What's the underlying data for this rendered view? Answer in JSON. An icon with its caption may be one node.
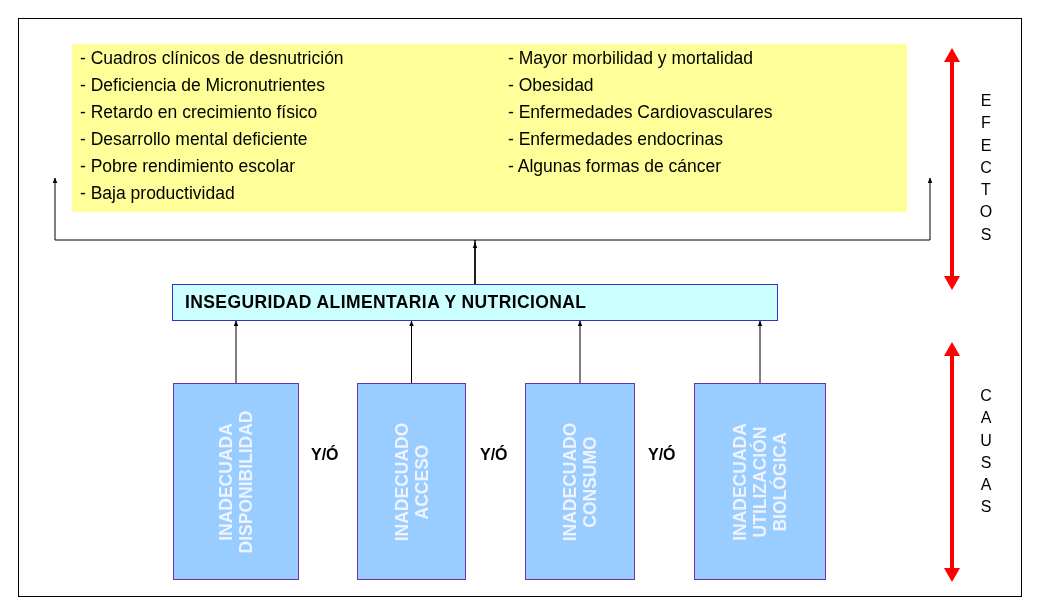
{
  "diagram": {
    "nodes": [
      {
        "text": [
          "- Cuadros clínicos de desnutrición",
          "- Deficiencia de Micronutrientes",
          "- Retardo en crecimiento físico",
          "- Desarrollo mental deficiente",
          "- Pobre rendimiento escolar",
          "- Baja productividad",
          "- Mayor morbilidad y mortalidad",
          "- Obesidad",
          "- Enfermedades Cardiovasculares",
          "- Enfermedades endocrinas",
          "- Algunas formas de cáncer"
        ]
      },
      {
        "text": [
          "INSEGURIDAD ALIMENTARIA Y NUTRICIONAL"
        ]
      },
      {
        "text": [
          "INADECUADA DISPONIBILIDAD"
        ]
      },
      {
        "text": [
          "INADECUADO ACCESO"
        ]
      },
      {
        "text": [
          "INADECUADO CONSUMO"
        ]
      },
      {
        "text": [
          "INADECUADA UTILIZACIÓN BIOLÓGICA"
        ]
      }
    ],
    "edges": [
      {
        "from": 2,
        "to": 1,
        "arrow": "to"
      },
      {
        "from": 3,
        "to": 1,
        "arrow": "to"
      },
      {
        "from": 4,
        "to": 1,
        "arrow": "to"
      },
      {
        "from": 5,
        "to": 1,
        "arrow": "to"
      },
      {
        "from": 1,
        "to": 0,
        "arrow": "to"
      },
      {
        "from": 1,
        "to": 0,
        "arrow": "to"
      },
      {
        "from": 1,
        "to": 0,
        "arrow": "to"
      }
    ],
    "labels": [
      "EFECTOS",
      "Y/Ó",
      "Y/Ó",
      "Y/Ó",
      "CAUSAS"
    ]
  }
}
